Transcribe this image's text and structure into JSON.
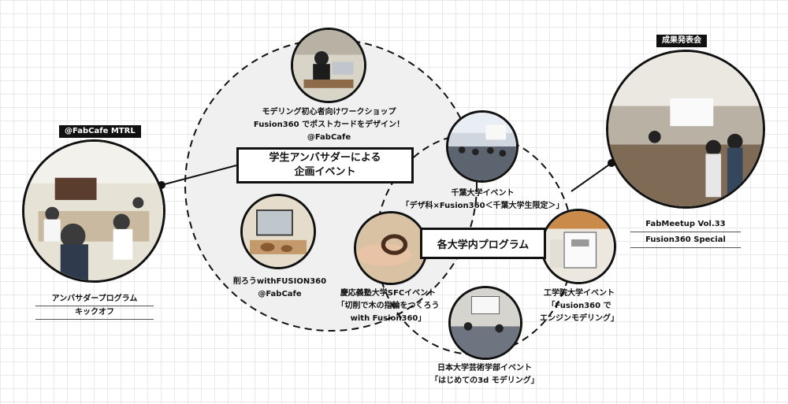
{
  "tags": {
    "mtrl": "@FabCafe MTRL",
    "results": "成果発表会"
  },
  "boxes": {
    "student": [
      "学生アンバサダーによる",
      "企画イベント"
    ],
    "university": "各大学内プログラム"
  },
  "nodes": {
    "kickoff": [
      "アンバサダープログラム",
      "キックオフ"
    ],
    "modeling_workshop": [
      "モデリング初心者向けワークショップ",
      "Fusion360 でポストカードをデザイン！",
      "@FabCafe"
    ],
    "kezurou": [
      "削ろうwithFUSION360",
      "@FabCafe"
    ],
    "chiba": [
      "千葉大学イベント",
      "「デザ科×Fusion360＜千葉大学生限定＞」"
    ],
    "keio": [
      "慶応義塾大学SFCイベント",
      "「切削で木の指輪をつくろう",
      "with Fusion360」"
    ],
    "kogakuin": [
      "工学院大学イベント",
      "「Fusion360 で",
      "エンジンモデリング」"
    ],
    "nihon": [
      "日本大学芸術学部イベント",
      "「はじめての3d モデリング」"
    ],
    "fabmeetup": [
      "FabMeetup Vol.33",
      "Fusion360 Special"
    ]
  },
  "colors": {
    "ink": "#111111",
    "grid": "#e9e9e9",
    "big_circle_fill": "#f0f0f0"
  }
}
